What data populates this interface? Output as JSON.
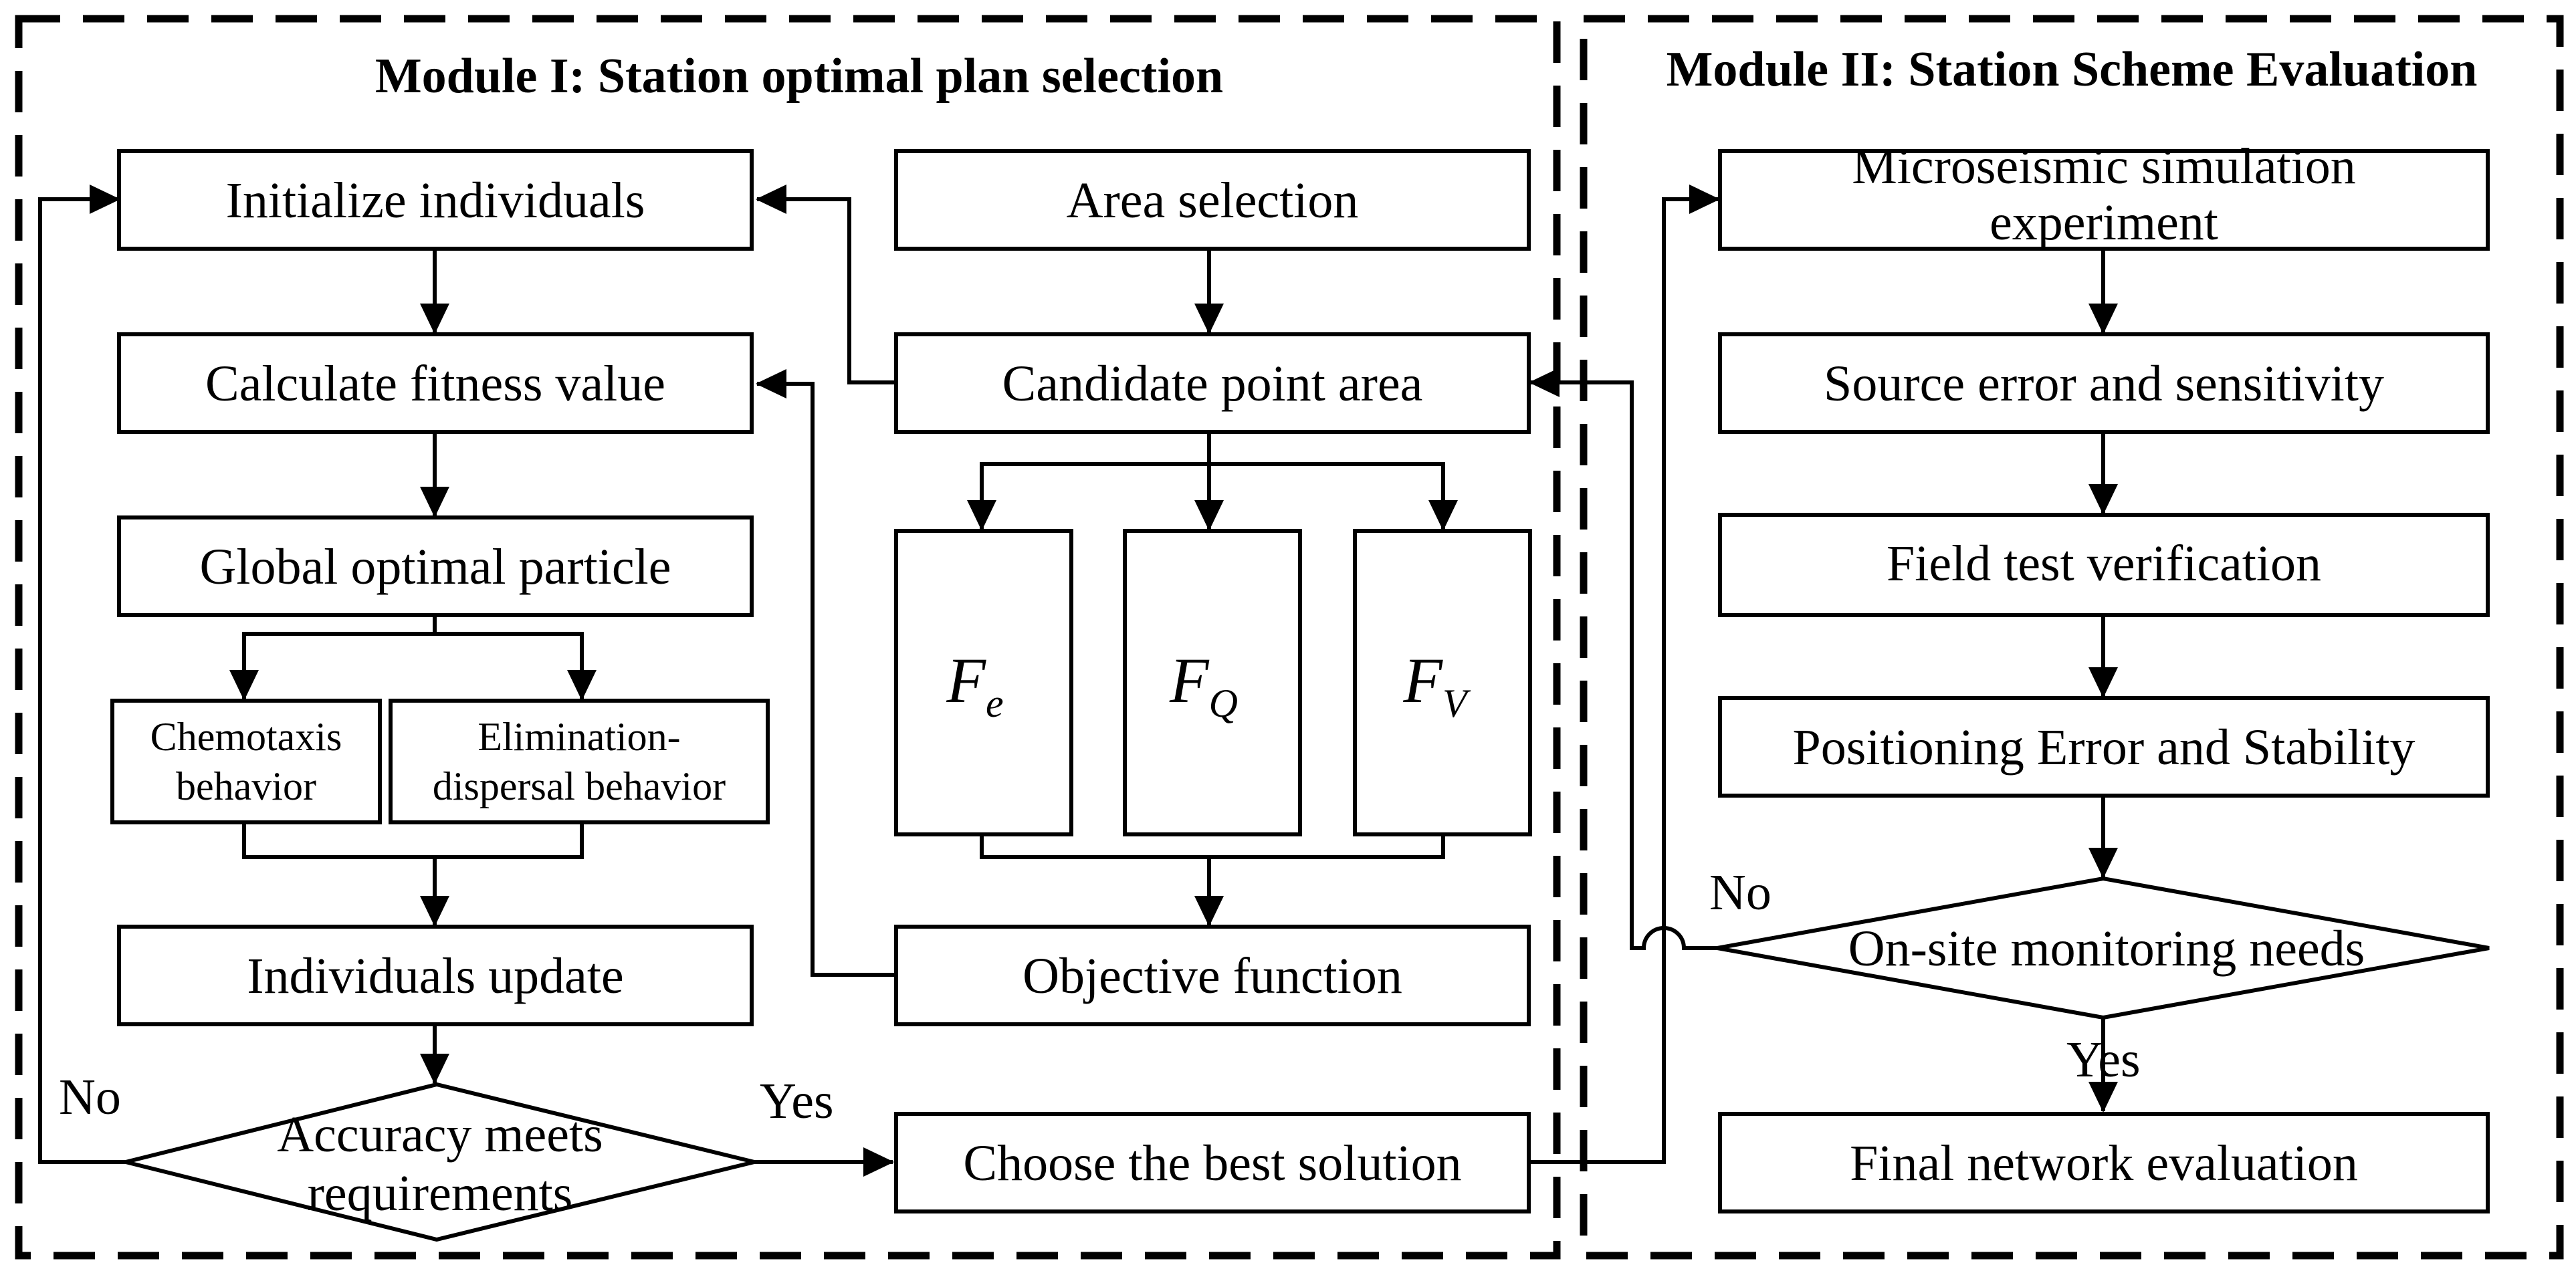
{
  "module1": {
    "title": "Module I: Station optimal plan selection"
  },
  "module2": {
    "title": "Module II: Station Scheme Evaluation"
  },
  "nodes": {
    "initialize_individuals": "Initialize individuals",
    "calculate_fitness": "Calculate fitness value",
    "global_optimal": "Global optimal particle",
    "chemotaxis_line1": "Chemotaxis",
    "chemotaxis_line2": "behavior",
    "elimination_line1": "Elimination-",
    "elimination_line2": "dispersal behavior",
    "individuals_update": "Individuals update",
    "accuracy_line1": "Accuracy meets",
    "accuracy_line2": "requirements",
    "area_selection": "Area selection",
    "candidate_point_area": "Candidate point area",
    "fe_base": "F",
    "fe_sub": "e",
    "fq_base": "F",
    "fq_sub": "Q",
    "fv_base": "F",
    "fv_sub": "V",
    "objective_function": "Objective function",
    "choose_best": "Choose the best solution",
    "micro_line1": "Microseismic simulation",
    "micro_line2": "experiment",
    "source_error": "Source error and sensitivity",
    "field_test": "Field test verification",
    "positioning_error": "Positioning Error and Stability",
    "onsite_needs": "On-site monitoring needs",
    "final_evaluation": "Final network  evaluation"
  },
  "edge_labels": {
    "no_left": "No",
    "yes_left": "Yes",
    "no_right": "No",
    "yes_right": "Yes"
  }
}
